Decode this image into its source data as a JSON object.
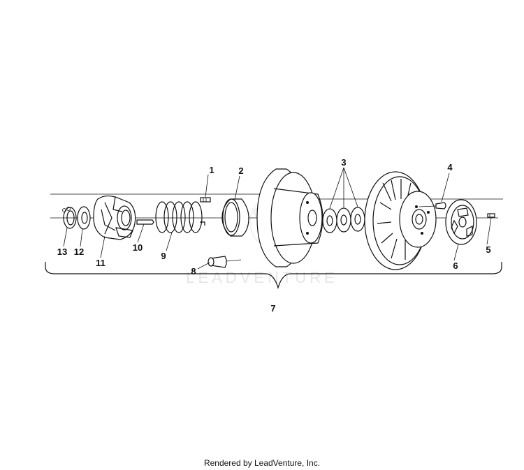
{
  "watermark": "LEADVENTURE",
  "footer": "Rendered by LeadVenture, Inc.",
  "callouts": {
    "c1": "1",
    "c2": "2",
    "c3": "3",
    "c4": "4",
    "c5": "5",
    "c6": "6",
    "c7": "7",
    "c8": "8",
    "c9": "9",
    "c10": "10",
    "c11": "11",
    "c12": "12",
    "c13": "13"
  },
  "parts": [
    {
      "number": "1",
      "icon": "screw-icon"
    },
    {
      "number": "2",
      "icon": "sleeve-bushing-icon"
    },
    {
      "number": "3",
      "icon": "washer-icon"
    },
    {
      "number": "4",
      "icon": "roller-pin-icon"
    },
    {
      "number": "5",
      "icon": "screw-icon"
    },
    {
      "number": "6",
      "icon": "cover-plate-icon"
    },
    {
      "number": "7",
      "icon": "clutch-assembly-bracket"
    },
    {
      "number": "8",
      "icon": "roller-icon"
    },
    {
      "number": "9",
      "icon": "spring-icon"
    },
    {
      "number": "10",
      "icon": "pin-icon"
    },
    {
      "number": "11",
      "icon": "cam-icon"
    },
    {
      "number": "12",
      "icon": "washer-icon"
    },
    {
      "number": "13",
      "icon": "snap-ring-icon"
    }
  ]
}
